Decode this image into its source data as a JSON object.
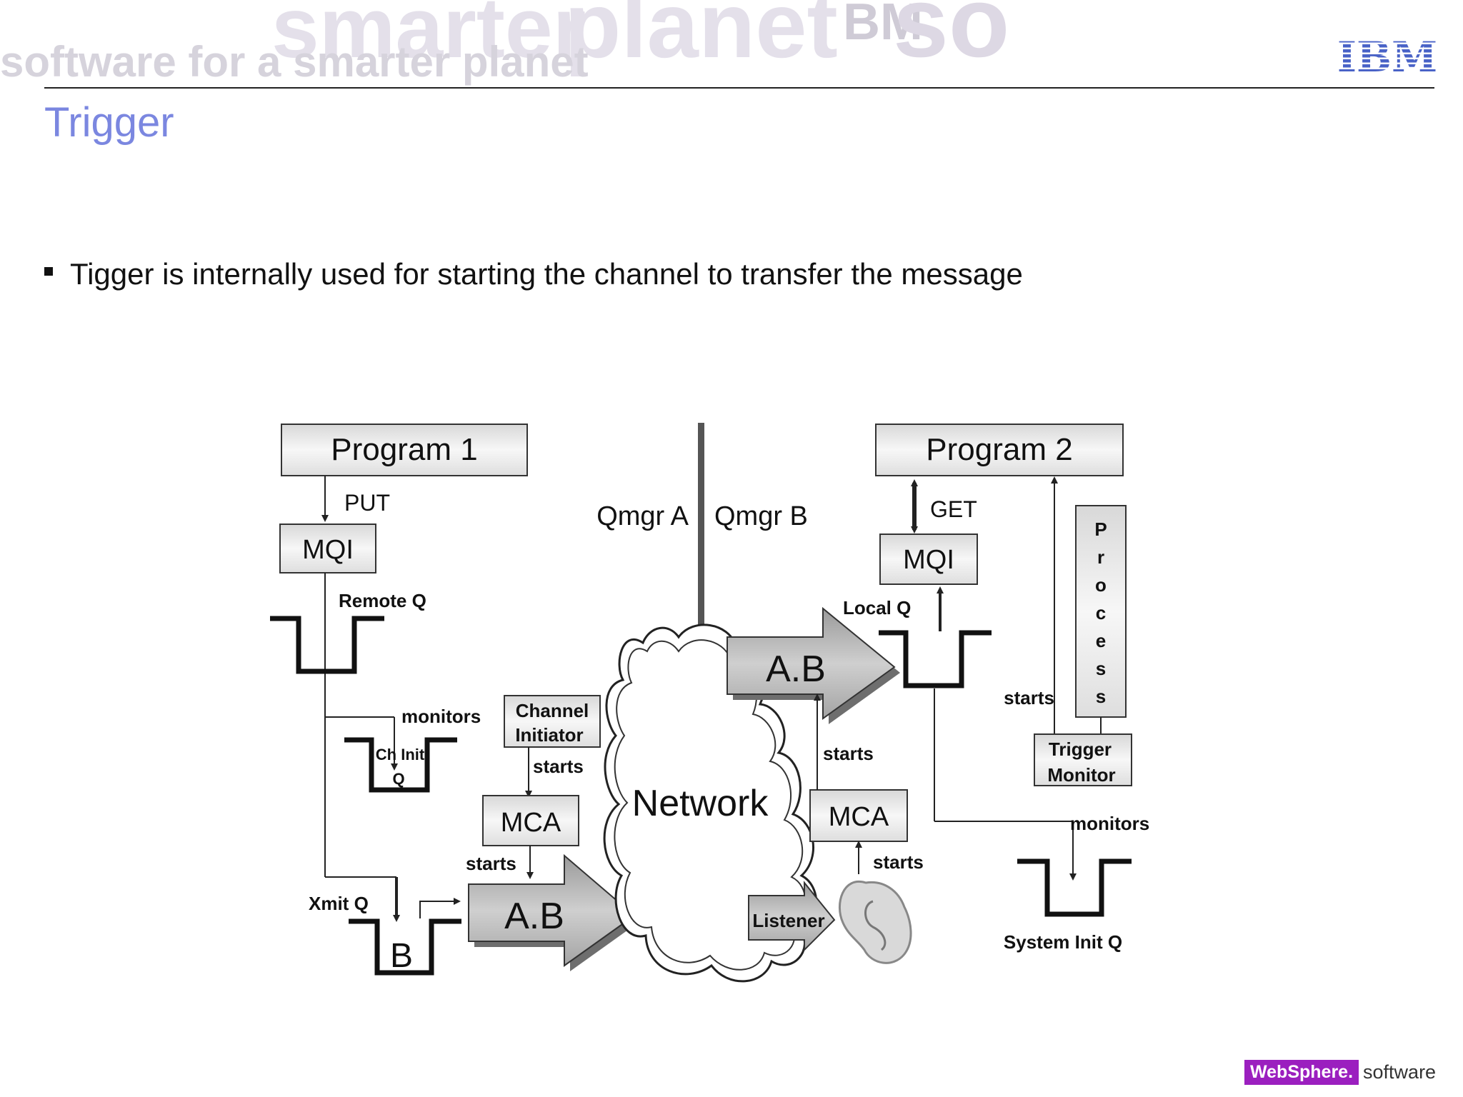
{
  "header": {
    "brand": "IBM",
    "watermark": [
      "smarter",
      "planet",
      "software for a smarter planet",
      "soft",
      "BM",
      "so"
    ]
  },
  "slide": {
    "title": "Trigger",
    "bullet": "Tigger is internally used for starting the channel to transfer the message"
  },
  "diagram": {
    "program1": "Program 1",
    "program2": "Program 2",
    "put": "PUT",
    "get": "GET",
    "mqi_a": "MQI",
    "mqi_b": "MQI",
    "qmgr_a": "Qmgr A",
    "qmgr_b": "Qmgr B",
    "remote_q": "Remote Q",
    "local_q": "Local Q",
    "monitors_left": "monitors",
    "ch_init_q_1": "Ch Init",
    "ch_init_q_2": "Q",
    "channel_initiator_1": "Channel",
    "channel_initiator_2": "Initiator",
    "starts_ci": "starts",
    "mca_left": "MCA",
    "starts_mca_left": "starts",
    "xmit_q": "Xmit Q",
    "xmit_msg": "B",
    "ab_left": "A.B",
    "ab_right": "A.B",
    "network": "Network",
    "listener": "Listener",
    "starts_listener": "starts",
    "mca_right": "MCA",
    "starts_mca_right": "starts",
    "process_letters": [
      "P",
      "r",
      "o",
      "c",
      "e",
      "s",
      "s"
    ],
    "starts_trigger": "starts",
    "trigger_monitor_1": "Trigger",
    "trigger_monitor_2": "Monitor",
    "monitors_right": "monitors",
    "system_init_q": "System Init Q"
  },
  "footer": {
    "brand": "WebSphere.",
    "suffix": "software"
  }
}
